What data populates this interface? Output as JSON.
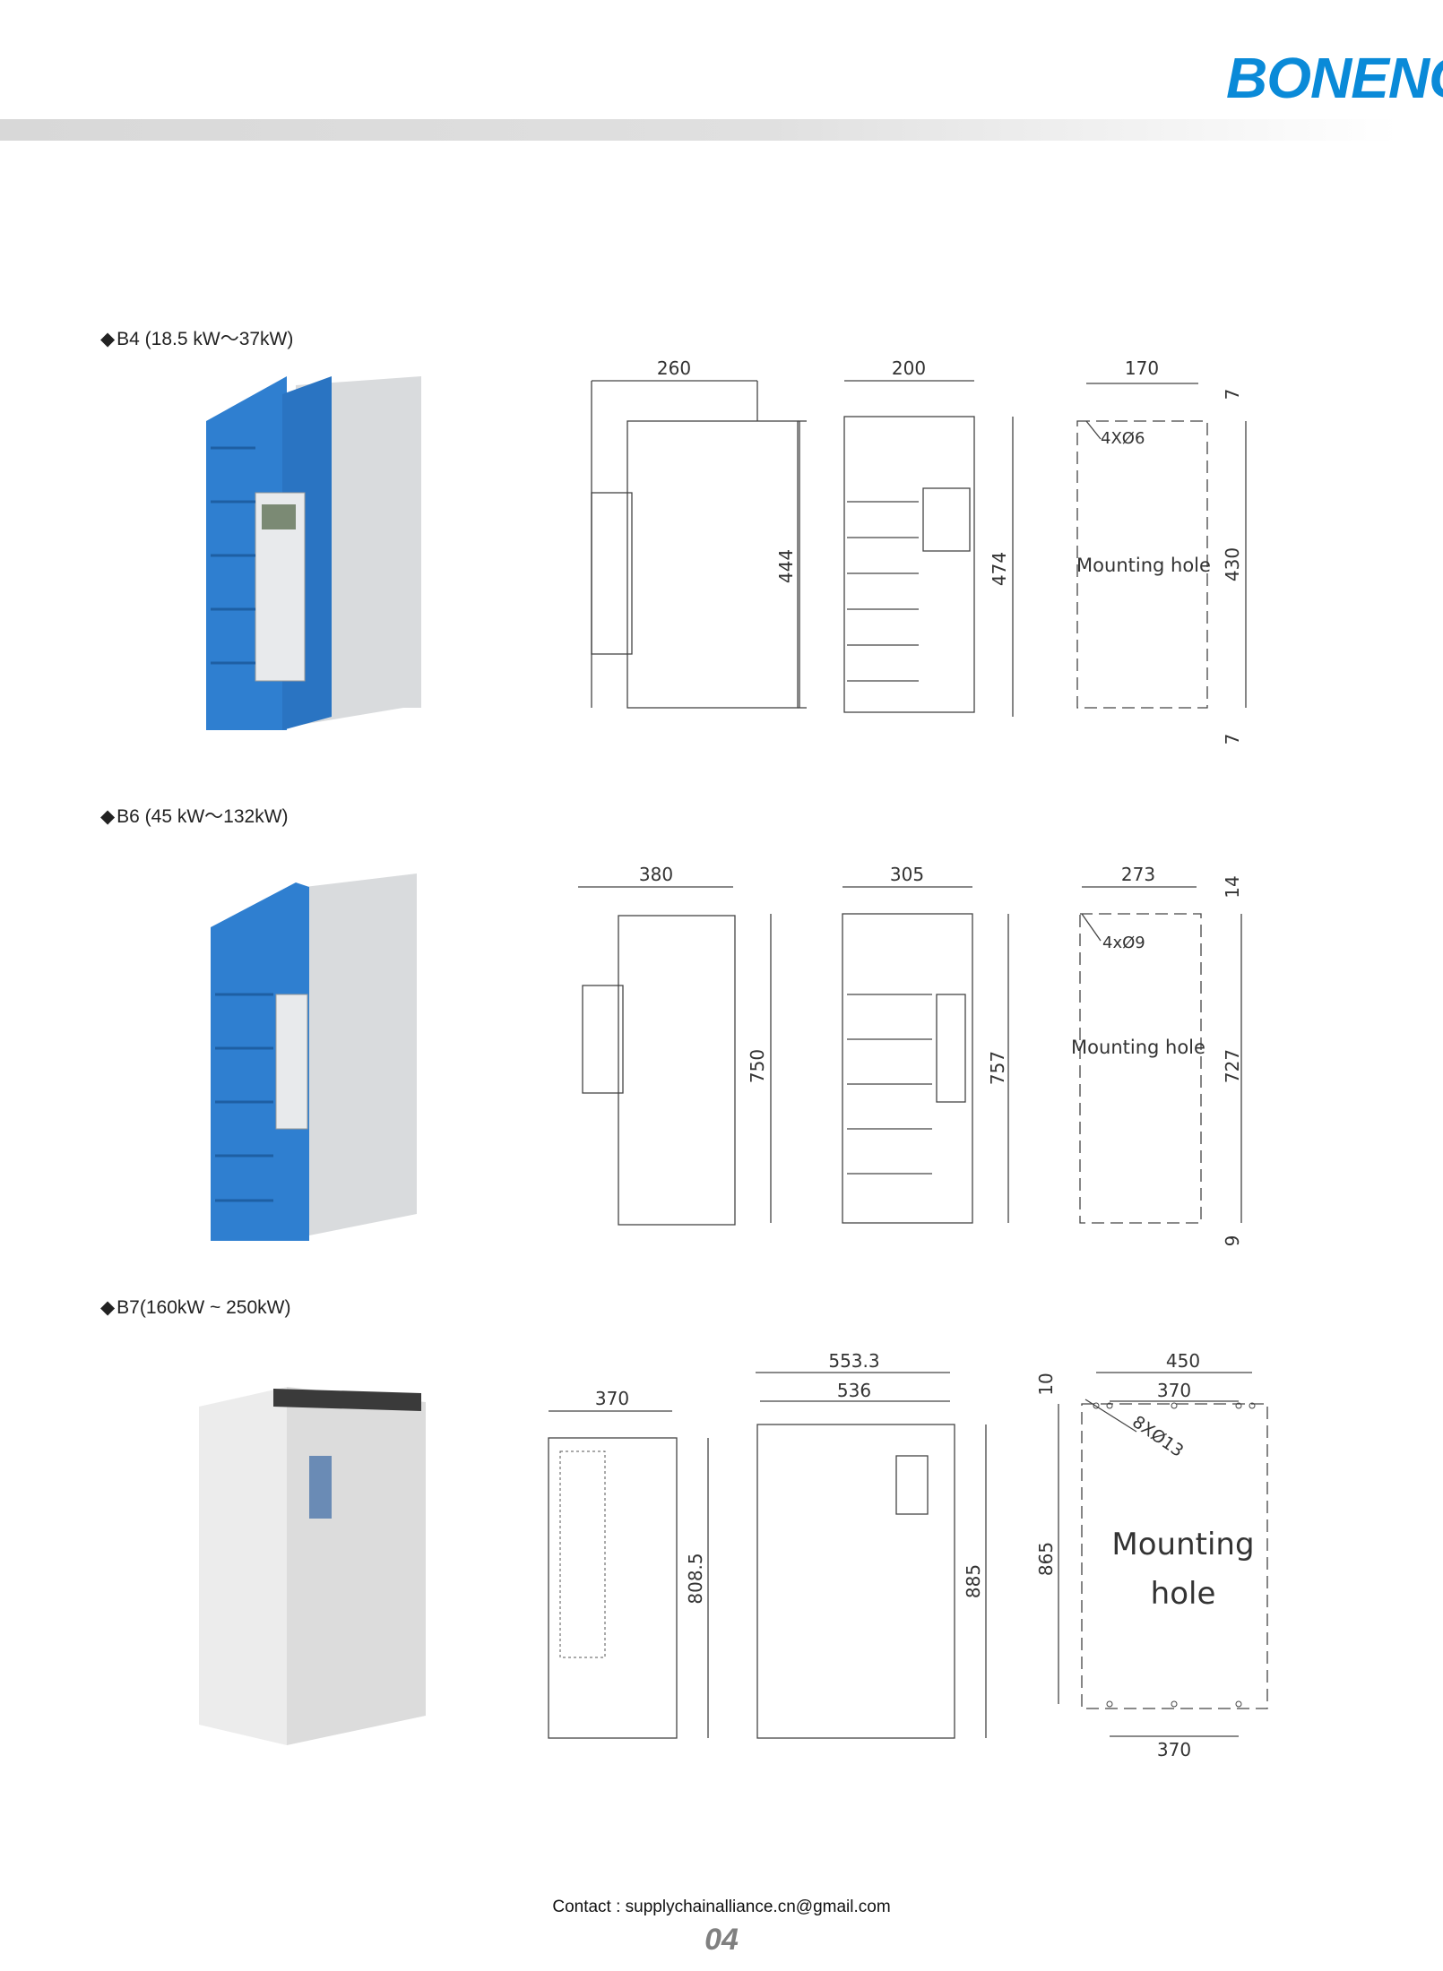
{
  "header": {
    "brand": "BONENG"
  },
  "sections": [
    {
      "label": "B4 (18.5 kW～37kW)",
      "side": {
        "width": "260",
        "height": "444"
      },
      "front": {
        "width": "200",
        "height": "474"
      },
      "mount": {
        "width": "170",
        "height": "430",
        "top": "7",
        "bottom": "7",
        "holes": "4XØ6",
        "text": "Mounting hole"
      }
    },
    {
      "label": "B6 (45 kW～132kW)",
      "side": {
        "width": "380",
        "height": "750"
      },
      "front": {
        "width": "305",
        "height": "757"
      },
      "mount": {
        "width": "273",
        "height": "727",
        "top": "14",
        "bottom": "9",
        "holes": "4xØ9",
        "text": "Mounting hole"
      }
    },
    {
      "label": "B7(160kW ~ 250kW)",
      "side": {
        "width": "370",
        "height": "808.5"
      },
      "front": {
        "width_outer": "553.3",
        "width": "536",
        "height": "885"
      },
      "mount": {
        "width_outer": "450",
        "width": "370",
        "width_bottom": "370",
        "height": "865",
        "top": "10",
        "holes": "8XØ13",
        "text_line1": "Mounting",
        "text_line2": "hole"
      }
    }
  ],
  "footer": {
    "contact": "Contact : supplychainalliance.cn@gmail.com",
    "page": "04"
  },
  "colors": {
    "brand": "#0a8ad8",
    "product_blue": "#2f7fd0"
  }
}
